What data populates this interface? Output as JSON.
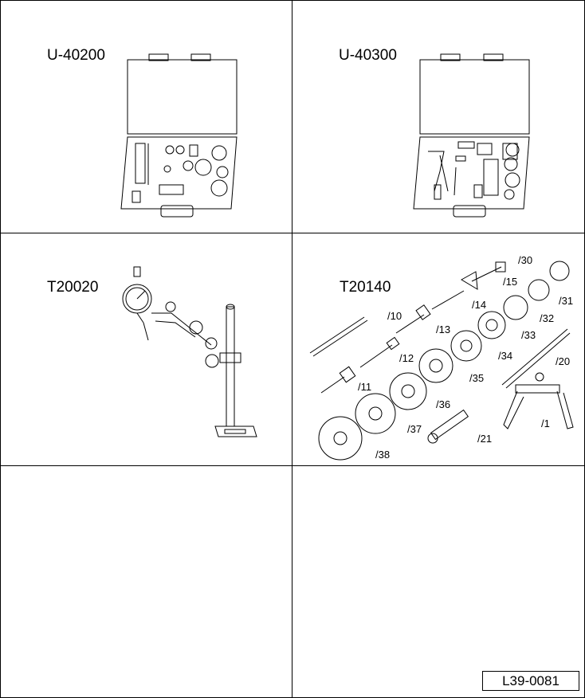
{
  "cells": [
    {
      "title": "U-40200"
    },
    {
      "title": "U-40300"
    },
    {
      "title": "T20020"
    },
    {
      "title": "T20140",
      "callouts": [
        "/30",
        "/15",
        "/31",
        "/14",
        "/32",
        "/10",
        "/13",
        "/33",
        "/12",
        "/34",
        "/20",
        "/35",
        "/11",
        "/36",
        "/1",
        "/37",
        "/21",
        "/38"
      ]
    }
  ],
  "reference": "L39-0081"
}
